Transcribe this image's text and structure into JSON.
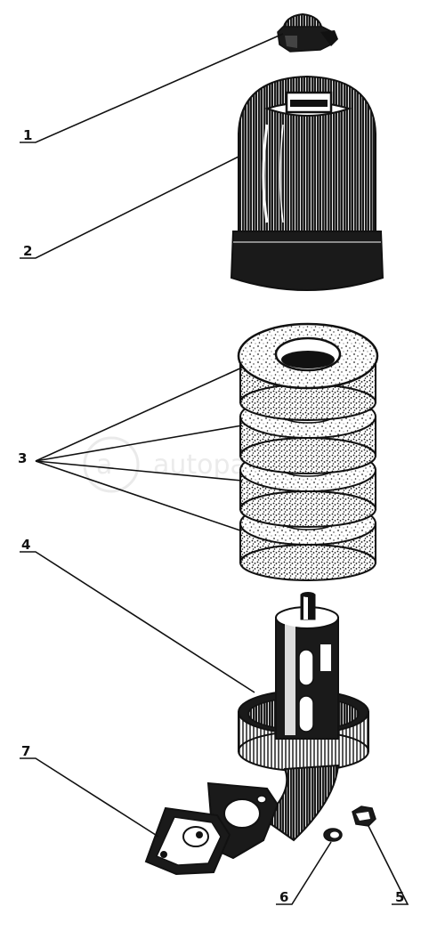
{
  "callouts": [
    {
      "id": "1",
      "label": "1"
    },
    {
      "id": "2",
      "label": "2"
    },
    {
      "id": "3",
      "label": "3"
    },
    {
      "id": "4",
      "label": "4"
    },
    {
      "id": "5",
      "label": "5"
    },
    {
      "id": "6",
      "label": "6"
    },
    {
      "id": "7",
      "label": "7"
    }
  ],
  "watermark": {
    "text": "autopartner.ru"
  }
}
